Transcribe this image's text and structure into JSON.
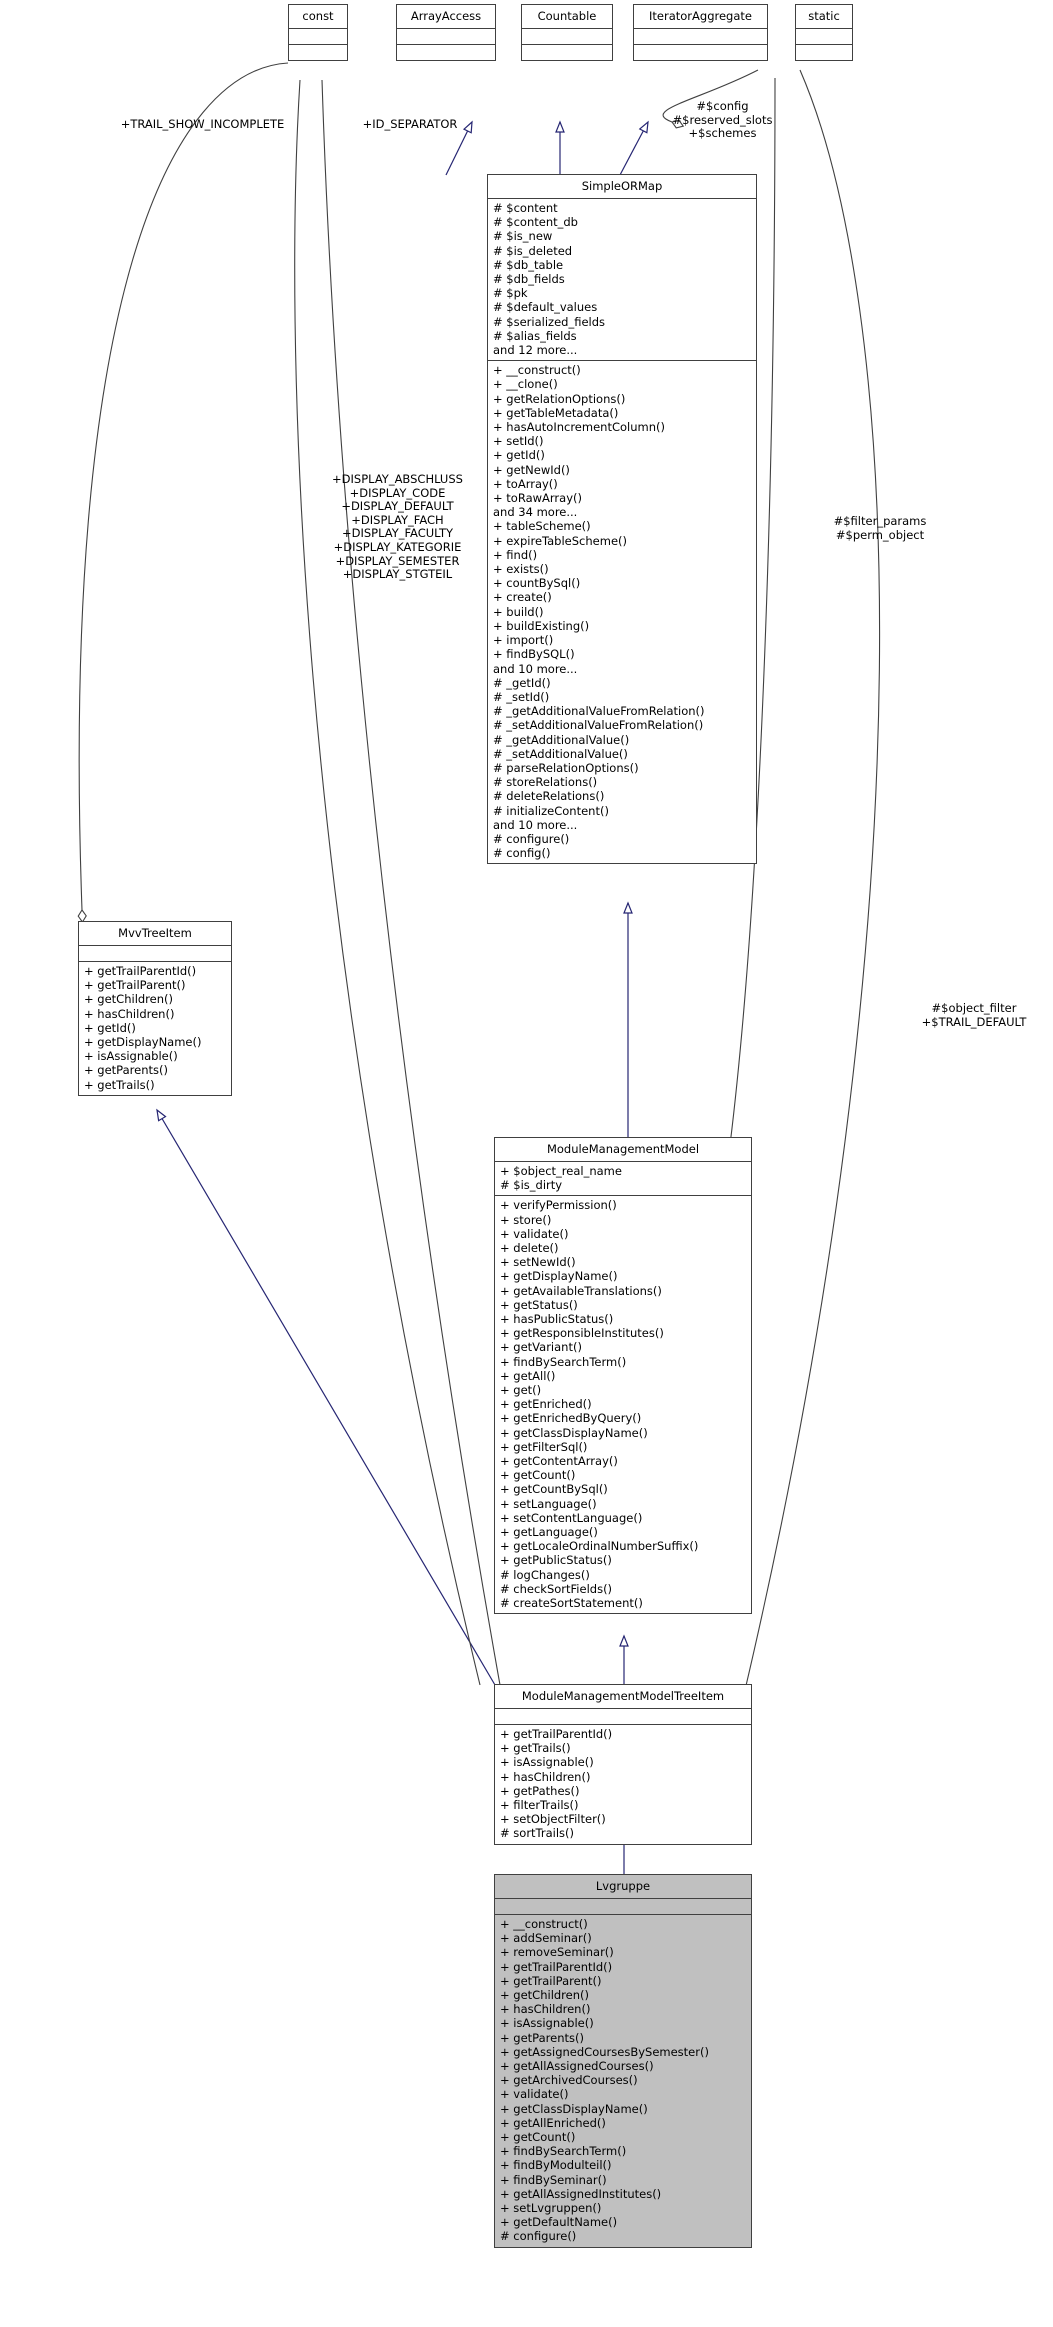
{
  "diagram": {
    "kind": "uml-class-diagram",
    "title": "Lvgruppe class inheritance diagram",
    "colors": {
      "box_border": "#404040",
      "box_fill": "#ffffff",
      "highlight_fill": "#c0c0c0",
      "inheritance_edge": "#262673",
      "association_edge": "#404040",
      "text": "#000000"
    }
  },
  "classes": [
    {
      "id": "const",
      "name": "const",
      "attributes": [],
      "methods": [],
      "highlighted": false
    },
    {
      "id": "arrayaccess",
      "name": "ArrayAccess",
      "attributes": [],
      "methods": [],
      "highlighted": false
    },
    {
      "id": "countable",
      "name": "Countable",
      "attributes": [],
      "methods": [],
      "highlighted": false
    },
    {
      "id": "iteratoraggregate",
      "name": "IteratorAggregate",
      "attributes": [],
      "methods": [],
      "highlighted": false
    },
    {
      "id": "static",
      "name": "static",
      "attributes": [],
      "methods": [],
      "highlighted": false
    },
    {
      "id": "simpleormap",
      "name": "SimpleORMap",
      "attributes": [
        "# $content",
        "# $content_db",
        "# $is_new",
        "# $is_deleted",
        "# $db_table",
        "# $db_fields",
        "# $pk",
        "# $default_values",
        "# $serialized_fields",
        "# $alias_fields",
        "and 12 more..."
      ],
      "methods": [
        "+  __construct()",
        "+  __clone()",
        "+ getRelationOptions()",
        "+ getTableMetadata()",
        "+ hasAutoIncrementColumn()",
        "+ setId()",
        "+ getId()",
        "+ getNewId()",
        "+ toArray()",
        "+ toRawArray()",
        "and 34 more...",
        "+ tableScheme()",
        "+ expireTableScheme()",
        "+ find()",
        "+ exists()",
        "+ countBySql()",
        "+ create()",
        "+ build()",
        "+ buildExisting()",
        "+ import()",
        "+ findBySQL()",
        "and 10 more...",
        "# _getId()",
        "# _setId()",
        "# _getAdditionalValueFromRelation()",
        "# _setAdditionalValueFromRelation()",
        "# _getAdditionalValue()",
        "# _setAdditionalValue()",
        "# parseRelationOptions()",
        "# storeRelations()",
        "# deleteRelations()",
        "# initializeContent()",
        "and 10 more...",
        "# configure()",
        "# config()"
      ],
      "highlighted": false
    },
    {
      "id": "mvvtreeitem",
      "name": "MvvTreeItem",
      "attributes": [],
      "methods": [
        "+ getTrailParentId()",
        "+ getTrailParent()",
        "+ getChildren()",
        "+ hasChildren()",
        "+ getId()",
        "+ getDisplayName()",
        "+ isAssignable()",
        "+ getParents()",
        "+ getTrails()"
      ],
      "highlighted": false
    },
    {
      "id": "modulemanagementmodel",
      "name": "ModuleManagementModel",
      "attributes": [
        "+ $object_real_name",
        "# $is_dirty"
      ],
      "methods": [
        "+ verifyPermission()",
        "+ store()",
        "+ validate()",
        "+ delete()",
        "+ setNewId()",
        "+ getDisplayName()",
        "+ getAvailableTranslations()",
        "+ getStatus()",
        "+ hasPublicStatus()",
        "+ getResponsibleInstitutes()",
        "+ getVariant()",
        "+ findBySearchTerm()",
        "+ getAll()",
        "+ get()",
        "+ getEnriched()",
        "+ getEnrichedByQuery()",
        "+ getClassDisplayName()",
        "+ getFilterSql()",
        "+ getContentArray()",
        "+ getCount()",
        "+ getCountBySql()",
        "+ setLanguage()",
        "+ setContentLanguage()",
        "+ getLanguage()",
        "+ getLocaleOrdinalNumberSuffix()",
        "+ getPublicStatus()",
        "# logChanges()",
        "# checkSortFields()",
        "# createSortStatement()"
      ],
      "highlighted": false
    },
    {
      "id": "modulemanagementmodeltreeitem",
      "name": "ModuleManagementModelTreeItem",
      "attributes": [],
      "methods": [
        "+ getTrailParentId()",
        "+ getTrails()",
        "+ isAssignable()",
        "+ hasChildren()",
        "+ getPathes()",
        "+ filterTrails()",
        "+ setObjectFilter()",
        "# sortTrails()"
      ],
      "highlighted": false
    },
    {
      "id": "lvgruppe",
      "name": "Lvgruppe",
      "attributes": [],
      "methods": [
        "+ __construct()",
        "+ addSeminar()",
        "+ removeSeminar()",
        "+ getTrailParentId()",
        "+ getTrailParent()",
        "+ getChildren()",
        "+ hasChildren()",
        "+ isAssignable()",
        "+ getParents()",
        "+ getAssignedCoursesBySemester()",
        "+ getAllAssignedCourses()",
        "+ getArchivedCourses()",
        "+ validate()",
        "+ getClassDisplayName()",
        "+ getAllEnriched()",
        "+ getCount()",
        "+ findBySearchTerm()",
        "+ findByModulteil()",
        "+ findBySeminar()",
        "+ getAllAssignedInstitutes()",
        "+ setLvgruppen()",
        "+ getDefaultName()",
        "# configure()"
      ],
      "highlighted": true
    }
  ],
  "edge_labels": [
    {
      "id": "trail-show-incomplete",
      "text": "+TRAIL_SHOW_INCOMPLETE"
    },
    {
      "id": "id-separator",
      "text": "+ID_SEPARATOR"
    },
    {
      "id": "config-group",
      "text": "#$config\n#$reserved_slots\n+$schemes"
    },
    {
      "id": "display-constants",
      "text": "+DISPLAY_ABSCHLUSS\n+DISPLAY_CODE\n+DISPLAY_DEFAULT\n+DISPLAY_FACH\n+DISPLAY_FACULTY\n+DISPLAY_KATEGORIE\n+DISPLAY_SEMESTER\n+DISPLAY_STGTEIL"
    },
    {
      "id": "filter-params",
      "text": "#$filter_params\n#$perm_object"
    },
    {
      "id": "object-filter",
      "text": "#$object_filter\n+$TRAIL_DEFAULT"
    }
  ]
}
